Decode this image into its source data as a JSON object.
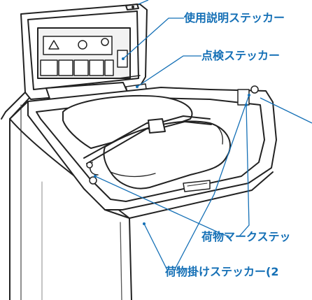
{
  "callouts": {
    "manual_sticker": "使用説明ステッカー",
    "inspection_sticker": "点検ステッカー",
    "cargo_mark_sticker": "荷物マークステッ",
    "cargo_hook_sticker": "荷物掛けステッカー(2"
  },
  "colors": {
    "callout_text": "#1570b6",
    "leader_line": "#1570b6",
    "drawing_stroke": "#222222",
    "panel_fill": "#f2f2f2"
  }
}
